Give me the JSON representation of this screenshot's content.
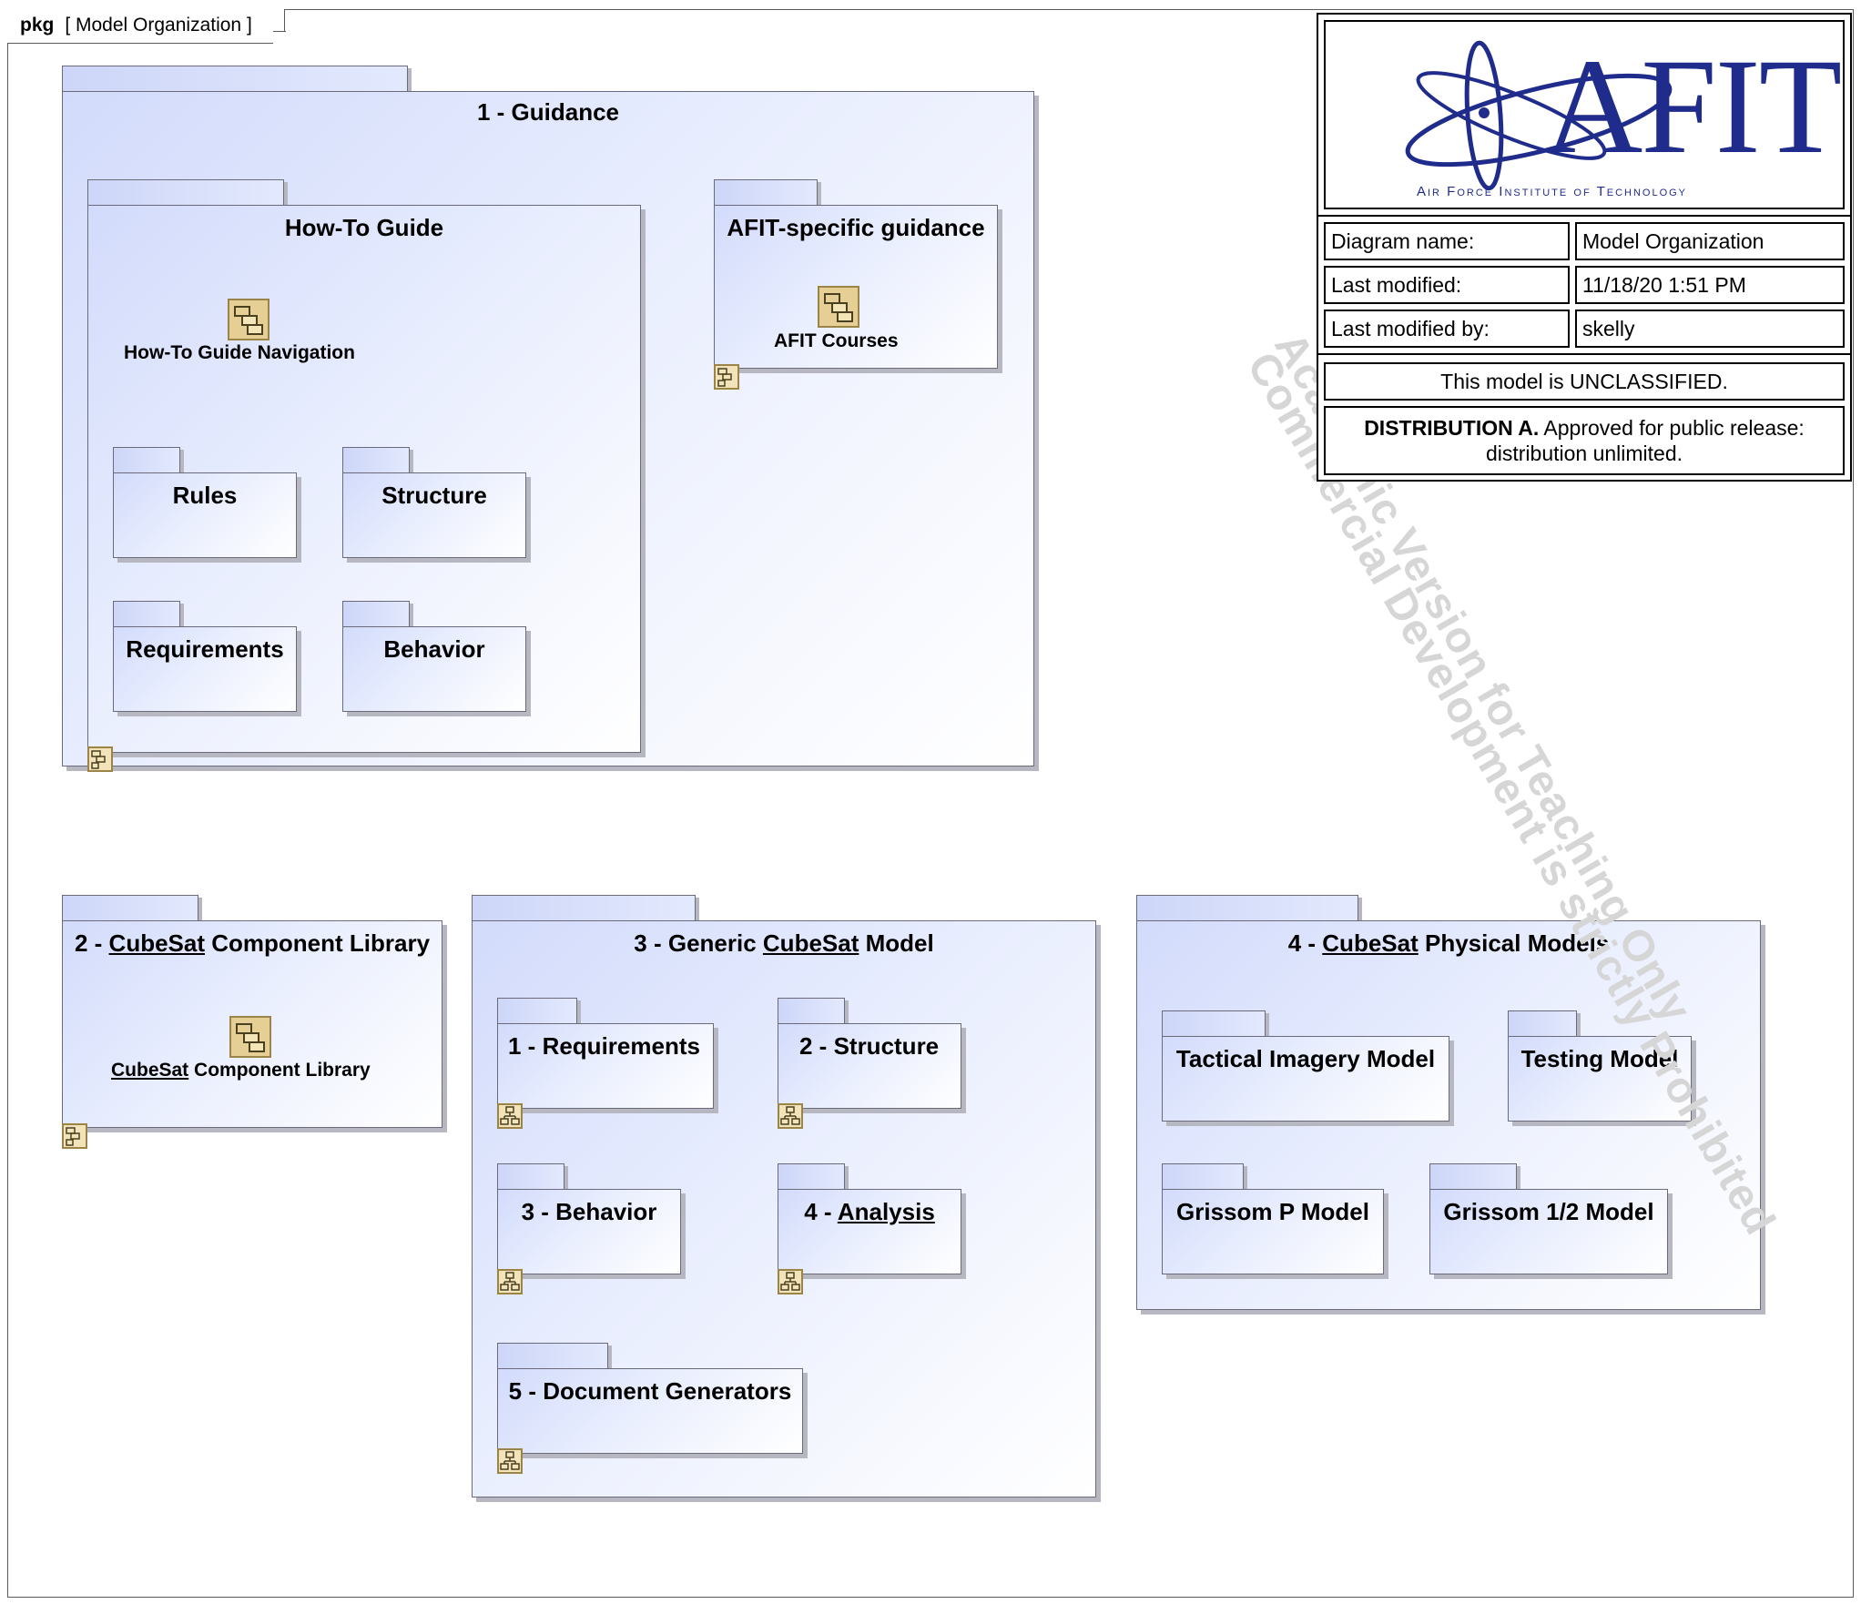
{
  "frame": {
    "keyword": "pkg",
    "name": "[ Model Organization ]"
  },
  "info_block": {
    "logo_text": "AFIT",
    "logo_subtitle": "Air Force Institute of Technology",
    "rows": [
      {
        "label": "Diagram name:",
        "value": "Model Organization"
      },
      {
        "label": "Last modified:",
        "value": "11/18/20 1:51 PM"
      },
      {
        "label": "Last modified by:",
        "value": "skelly"
      }
    ],
    "classification": "This model is UNCLASSIFIED.",
    "distribution_bold": "DISTRIBUTION A.",
    "distribution_rest": " Approved for public release:",
    "distribution_line2": "distribution unlimited."
  },
  "packages": {
    "guidance": {
      "title": "1 - Guidance",
      "how_to": {
        "title": "How-To Guide",
        "navigation": "How-To Guide Navigation",
        "rules": "Rules",
        "structure": "Structure",
        "requirements": "Requirements",
        "behavior": "Behavior"
      },
      "afit_specific": {
        "title": "AFIT-specific guidance",
        "courses": "AFIT Courses"
      }
    },
    "component_library": {
      "title_prefix": "2 - ",
      "title_underlined": "CubeSat",
      "title_suffix": " Component Library",
      "element_underlined": "CubeSat",
      "element_suffix": " Component Library"
    },
    "generic_model": {
      "title_prefix": "3 - Generic ",
      "title_underlined": "CubeSat",
      "title_suffix": " Model",
      "requirements": "1 - Requirements",
      "structure": "2 - Structure",
      "behavior": "3 - Behavior",
      "analysis_prefix": "4 - ",
      "analysis_underlined": "Analysis",
      "doc_generators": "5 - Document Generators"
    },
    "physical_models": {
      "title_prefix": "4 - ",
      "title_underlined": "CubeSat",
      "title_suffix": " Physical Models",
      "tactical": "Tactical Imagery Model",
      "testing": "Testing Model",
      "grissom_p": "Grissom P Model",
      "grissom_half": "Grissom 1/2 Model"
    }
  },
  "watermark": {
    "line1": "Academic Version for Teaching Only",
    "line2": "Commercial Development is strictly Prohibited"
  },
  "colors": {
    "package_fill_start": "#d2dbfb",
    "package_border": "#6a6a7a",
    "logo_blue": "#202c8c",
    "watermark": "#d6d6d6"
  }
}
